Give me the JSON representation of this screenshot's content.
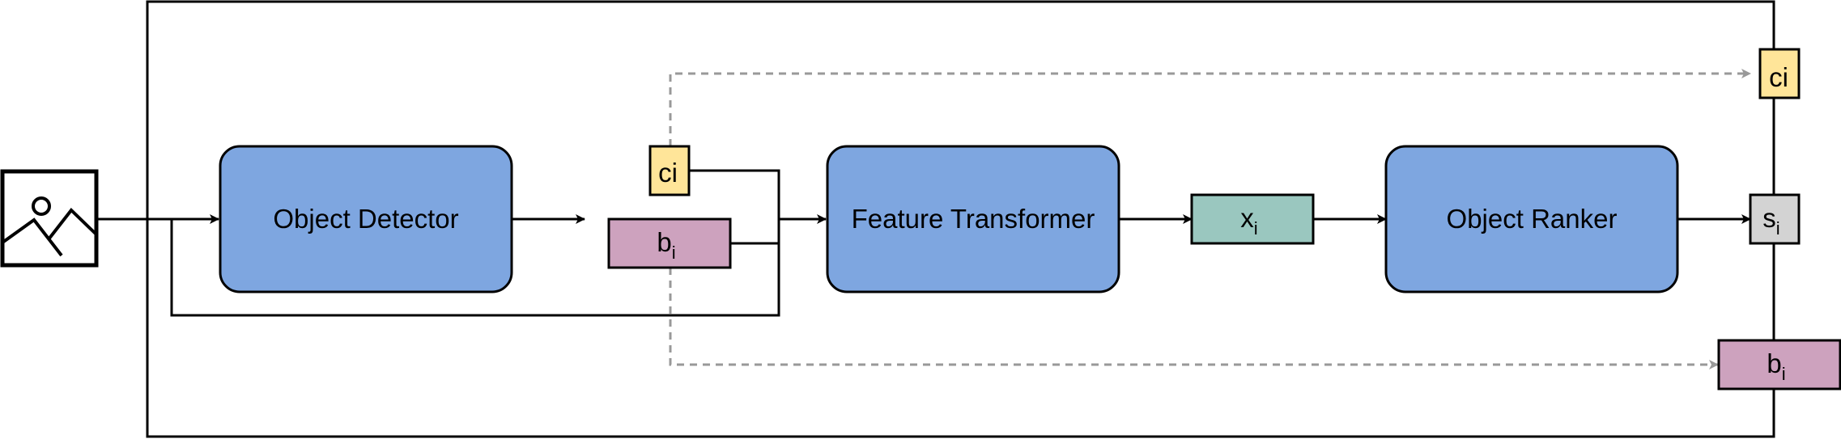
{
  "colors": {
    "process": "#7EA6E0",
    "confidence": "#FFE599",
    "bbox": "#CDA2BE",
    "feature": "#9AC7BF",
    "score": "#D3D3D3",
    "line": "#000000",
    "dashed": "#999999"
  },
  "icons": {
    "input": "image-icon"
  },
  "blocks": {
    "detector": "Object Detector",
    "transformer": "Feature Transformer",
    "ranker": "Object Ranker"
  },
  "tokens": {
    "c_mid": {
      "base": "ci",
      "sub": ""
    },
    "b_mid": {
      "base": "b",
      "sub": "i"
    },
    "x": {
      "base": "x",
      "sub": "i"
    },
    "c_out": {
      "base": "ci",
      "sub": ""
    },
    "s_out": {
      "base": "s",
      "sub": "i"
    },
    "b_out": {
      "base": "b",
      "sub": "i"
    }
  }
}
